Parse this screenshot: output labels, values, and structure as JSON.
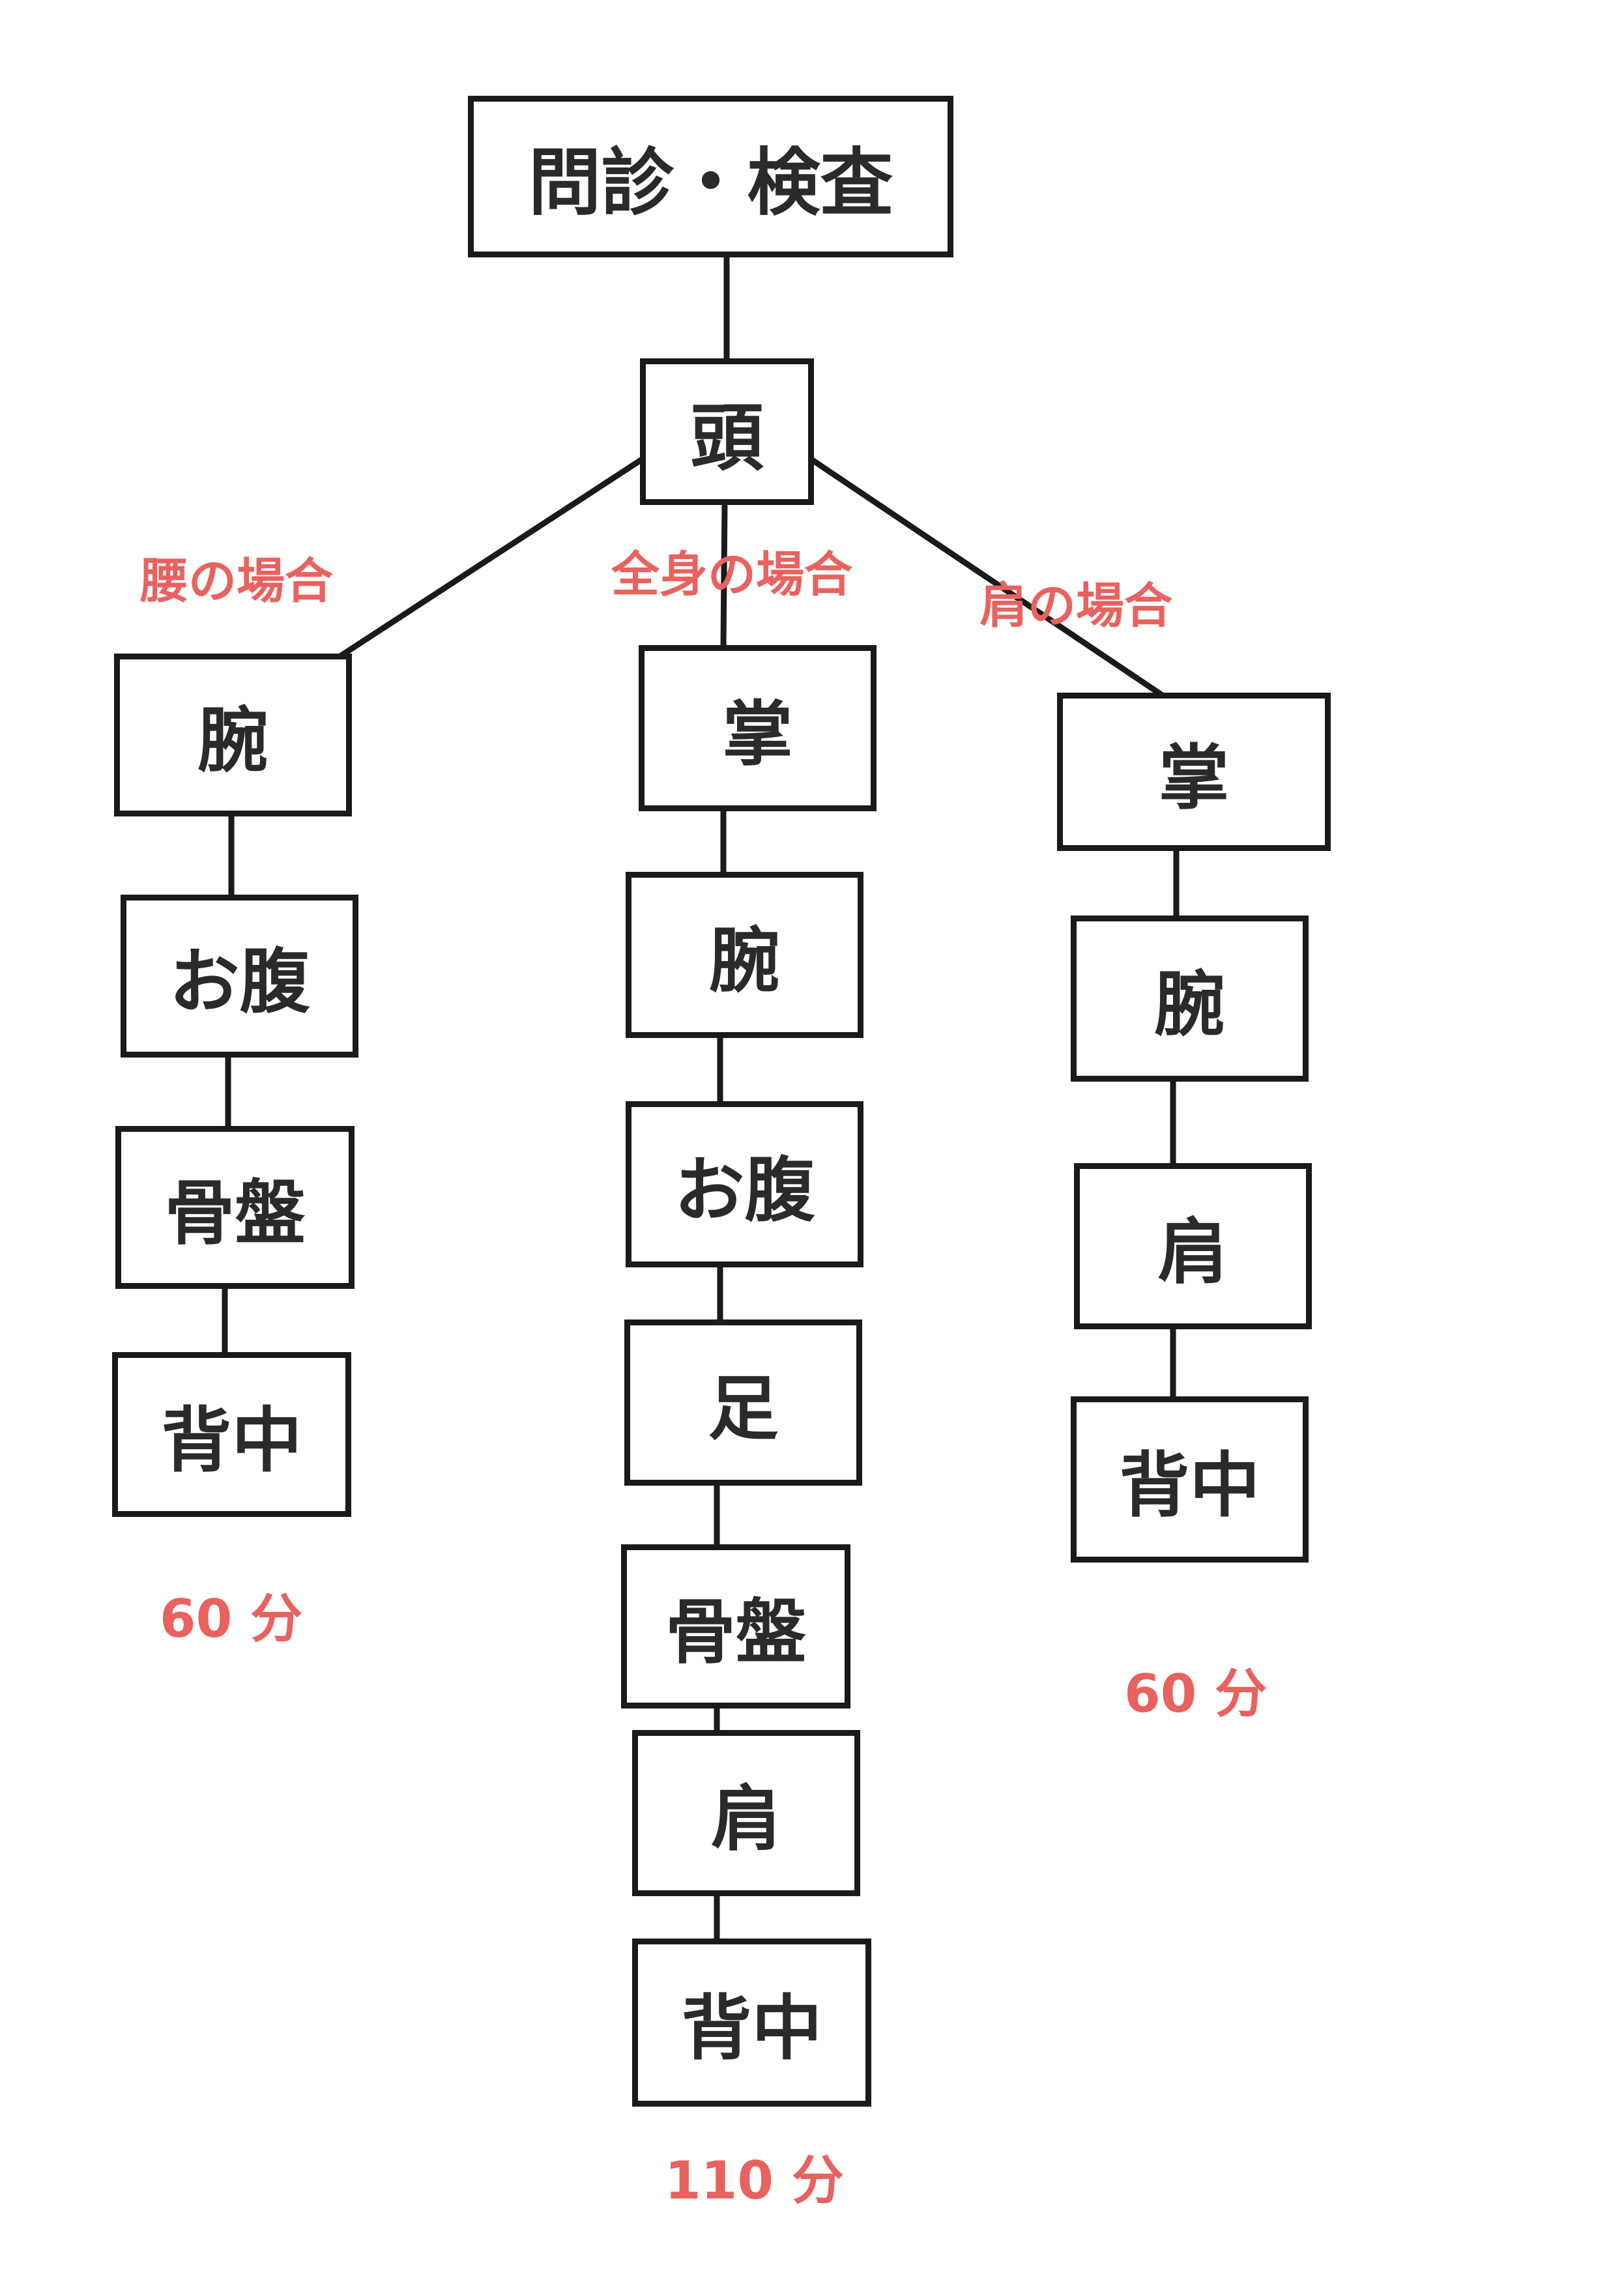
{
  "root": "問診・検査",
  "head": "頭",
  "branches": {
    "left": {
      "label": "腰の場合",
      "steps": [
        "腕",
        "お腹",
        "骨盤",
        "背中"
      ],
      "time": "60 分"
    },
    "center": {
      "label": "全身の場合",
      "steps": [
        "掌",
        "腕",
        "お腹",
        "足",
        "骨盤",
        "肩",
        "背中"
      ],
      "time": "110 分"
    },
    "right": {
      "label": "肩の場合",
      "steps": [
        "掌",
        "腕",
        "肩",
        "背中"
      ],
      "time": "60 分"
    }
  },
  "colors": {
    "line": "#1a1a1a",
    "text": "#2a2a2a",
    "accent": "#e8625f",
    "background": "#ffffff"
  }
}
